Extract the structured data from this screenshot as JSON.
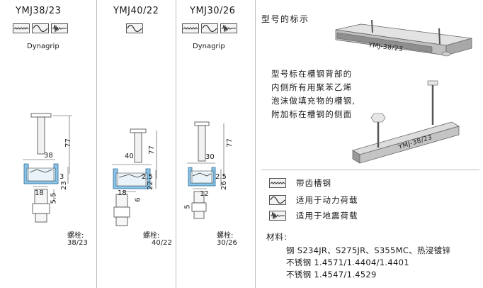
{
  "columns": [
    {
      "title": "YMJ38/23",
      "subtitle": "Dynagrip",
      "dim_width": "38",
      "dim_height": "77",
      "dim_a": "3",
      "dim_b": "23",
      "dim_c": "5.5",
      "dim_bolt": "18",
      "bolt_label": "螺栓:",
      "bolt_size": "38/23"
    },
    {
      "title": "YMJ40/22",
      "subtitle": "",
      "dim_width": "40",
      "dim_height": "77",
      "dim_a": "2.5",
      "dim_b": "22",
      "dim_c": "6",
      "dim_bolt": "18",
      "bolt_label": "螺栓:",
      "bolt_size": "40/22"
    },
    {
      "title": "YMJ30/26",
      "subtitle": "Dynagrip",
      "dim_width": "30",
      "dim_height": "77",
      "dim_a": "2.5",
      "dim_b": "26",
      "dim_c": "5",
      "dim_bolt": "12",
      "bolt_label": "螺栓:",
      "bolt_size": "30/26"
    }
  ],
  "right": {
    "heading": "型号的标示",
    "rail_label_top": "YMJ-38/23",
    "rail_label_bottom": "YMJ-38/23",
    "paragraph": [
      "型号标在槽钢背部的",
      "内侧所有用聚苯乙烯",
      "泡沫做填充物的槽钢,",
      "附加标在槽钢的侧面"
    ],
    "legend": [
      {
        "icon": "serrated-wave-icon",
        "label": "带齿槽钢"
      },
      {
        "icon": "sine-wave-icon",
        "label": "适用于动力荷载"
      },
      {
        "icon": "seismic-wave-icon",
        "label": "适用于地震荷载"
      }
    ],
    "materials_title": "材料:",
    "materials": [
      "钢 S234JR、S275JR、S355MC、热浸镀锌",
      "不锈钢 1.4571/1.4404/1.4401",
      "不锈钢 1.4547/1.4529"
    ]
  }
}
